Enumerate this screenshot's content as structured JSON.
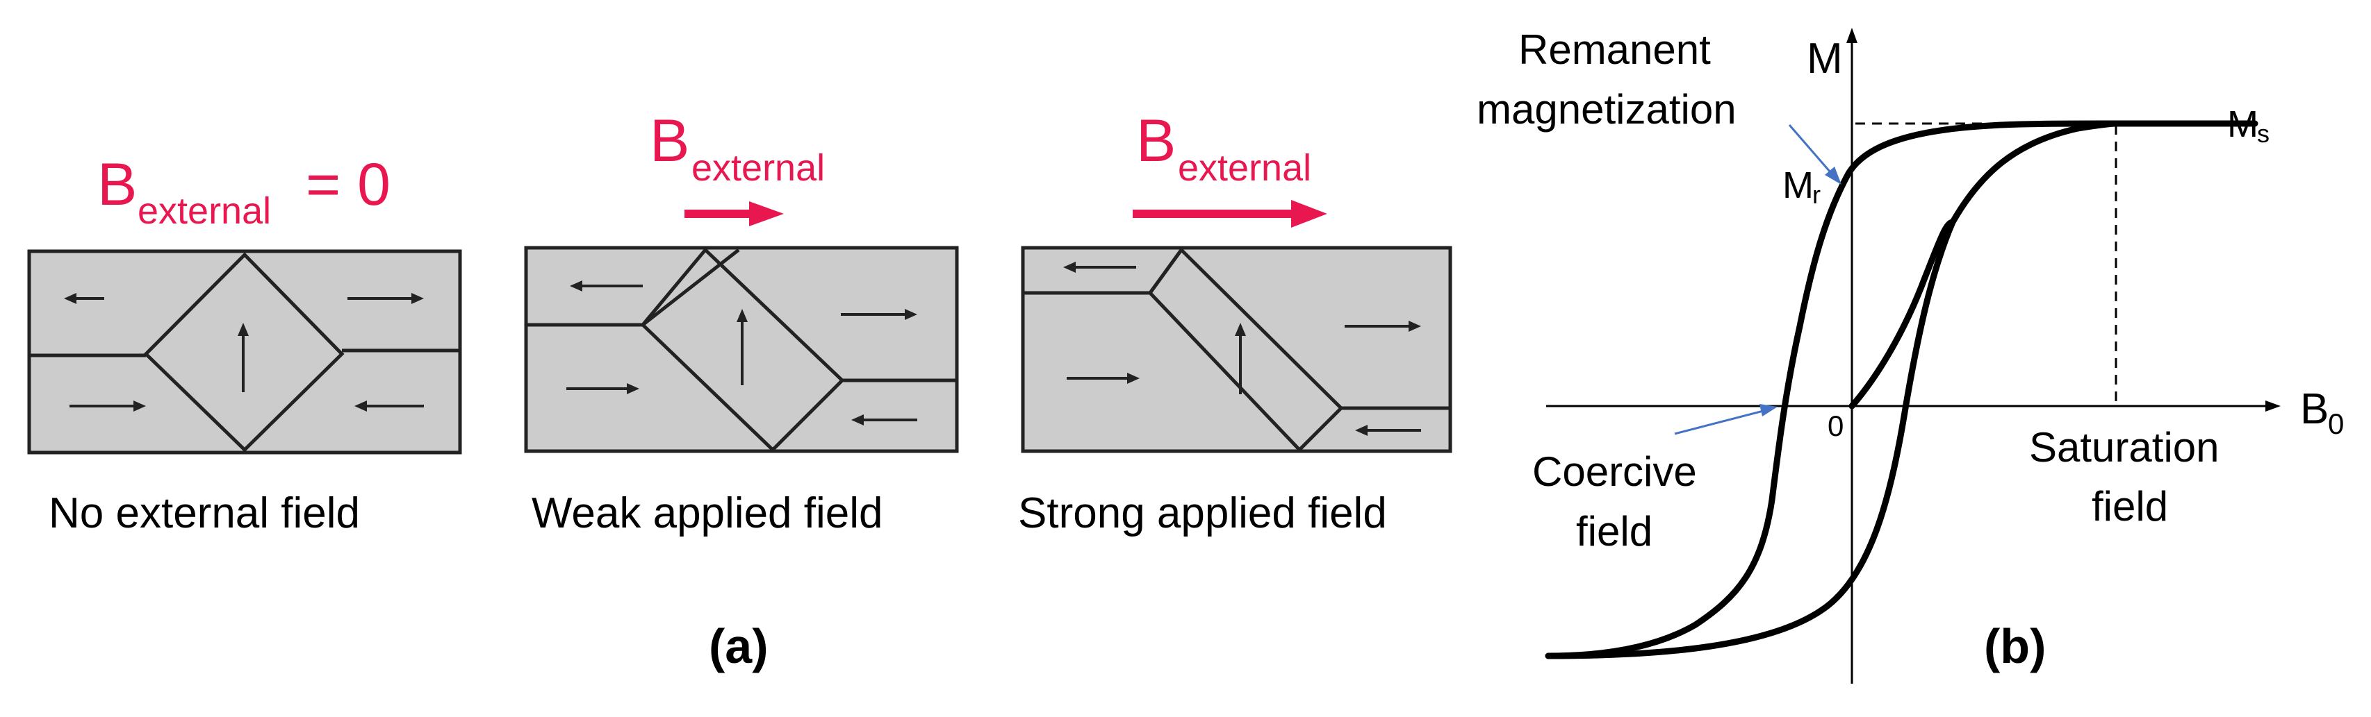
{
  "panel_a": {
    "panels": [
      {
        "field_symbol": "B",
        "field_subscript": "external",
        "field_suffix": "= 0",
        "caption": "No external field"
      },
      {
        "field_symbol": "B",
        "field_subscript": "external",
        "field_suffix": "",
        "caption": "Weak applied  field"
      },
      {
        "field_symbol": "B",
        "field_subscript": "external",
        "field_suffix": "",
        "caption": "Strong applied  field"
      }
    ],
    "label": "(a)"
  },
  "panel_b": {
    "y_axis_label": "M",
    "x_axis_label_main": "B",
    "x_axis_label_sub": "0",
    "origin_label": "0",
    "ms_main": "M",
    "ms_sub": "s",
    "mr_main": "M",
    "mr_sub": "r",
    "remanent_line1": "Remanent",
    "remanent_line2": "magnetization",
    "coercive_line1": "Coercive",
    "coercive_line2": "field",
    "saturation_line1": "Saturation",
    "saturation_line2": "field",
    "label": "(b)"
  },
  "colors": {
    "field_red": "#e8174f",
    "annotation_blue": "#4472c4",
    "domain_fill": "#cccccc"
  }
}
